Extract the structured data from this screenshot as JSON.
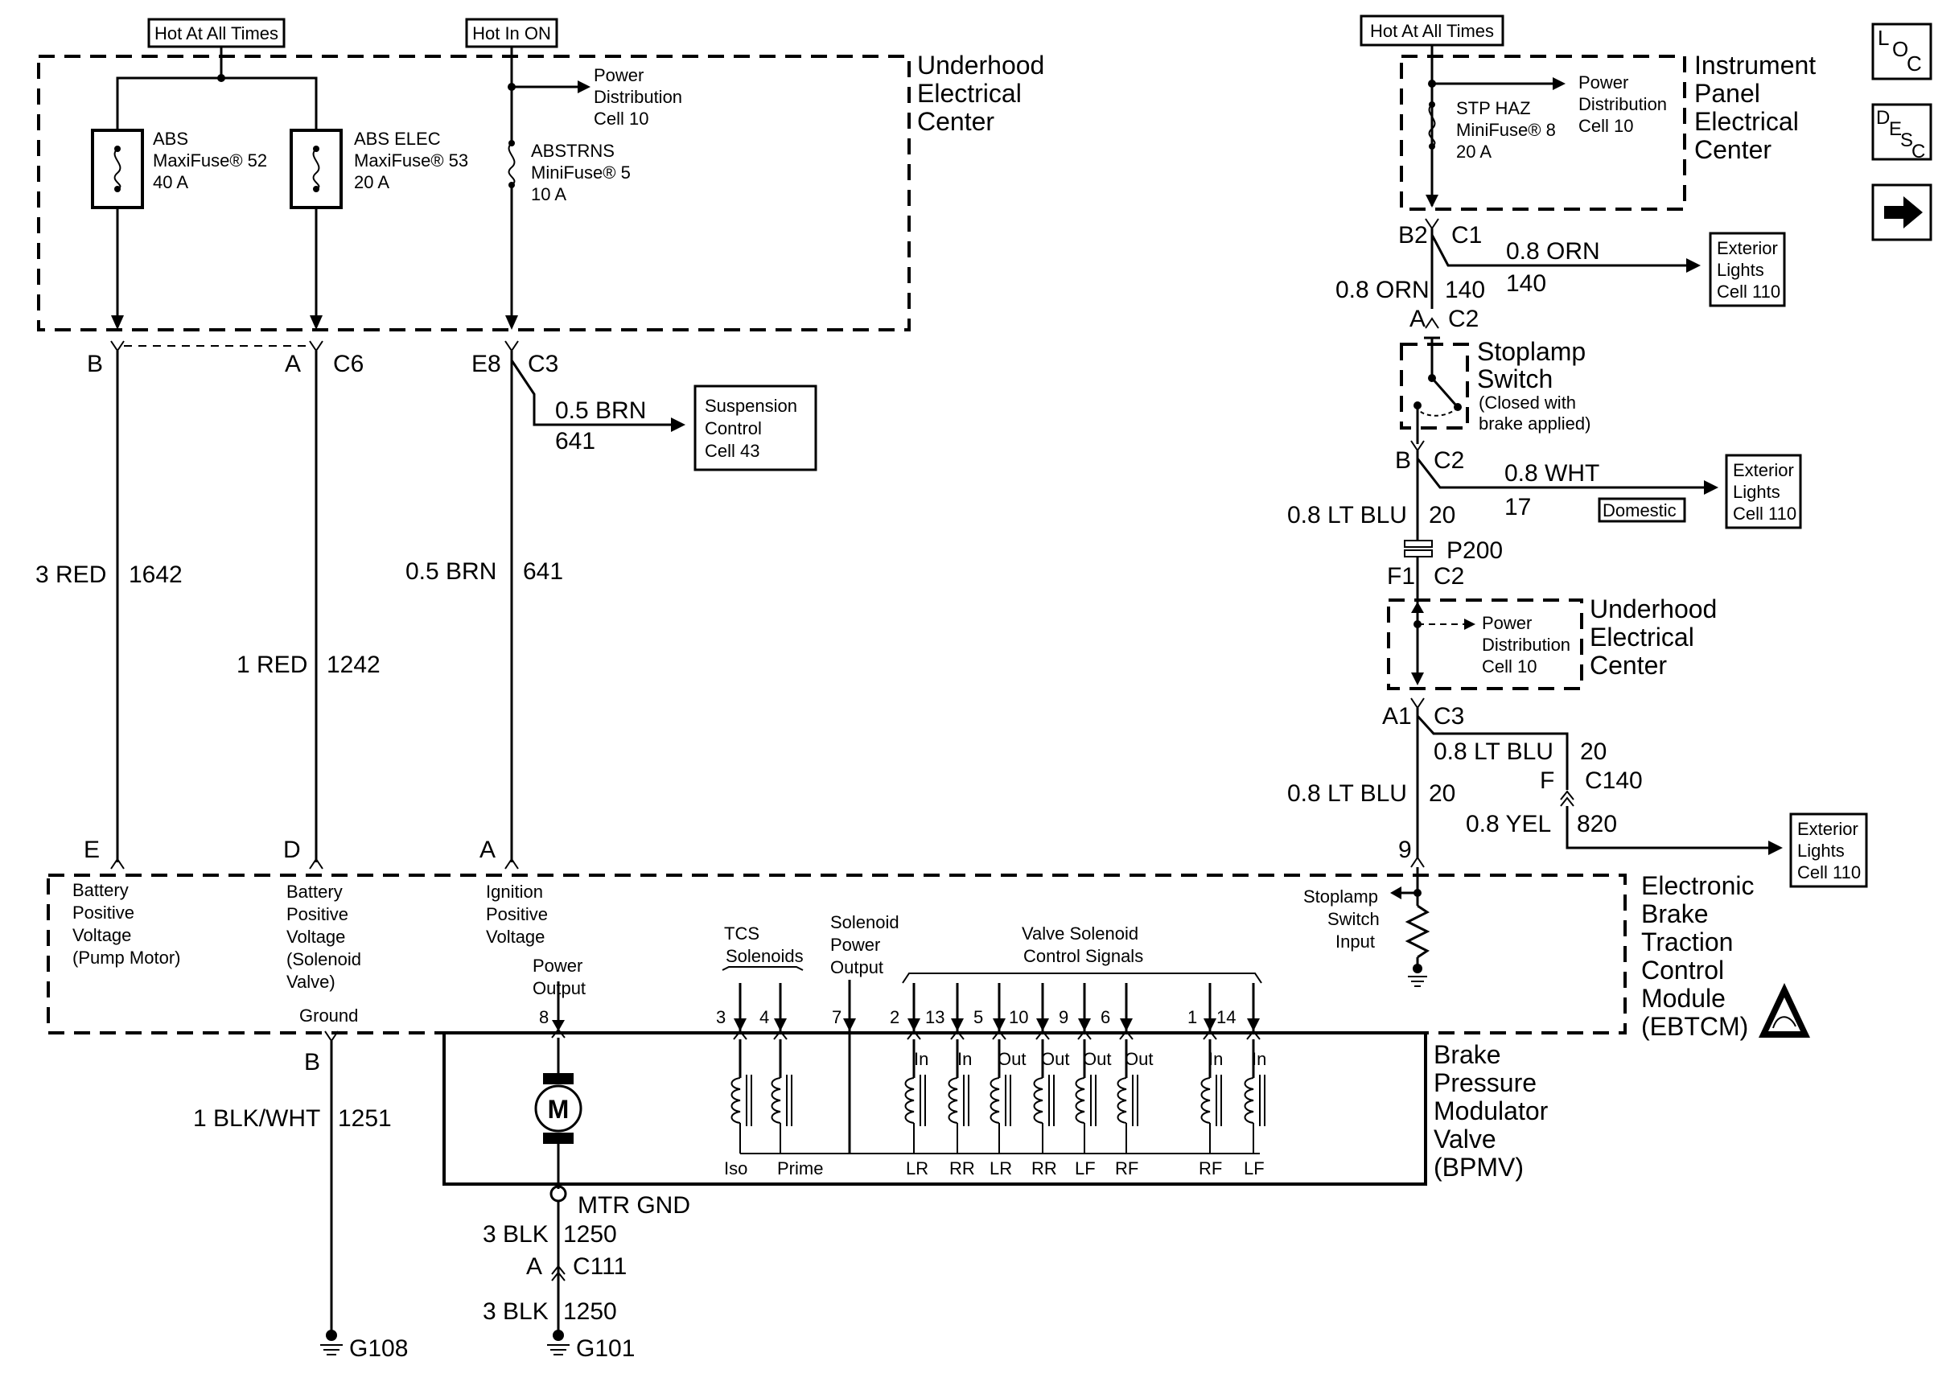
{
  "hot_labels": {
    "left_always": "Hot At All Times",
    "left_on": "Hot In ON",
    "right_always": "Hot At All Times"
  },
  "underhood_center": {
    "title": [
      "Underhood",
      "Electrical",
      "Center"
    ]
  },
  "ip_center": {
    "title": [
      "Instrument",
      "Panel",
      "Electrical",
      "Center"
    ]
  },
  "underhood_center_2": {
    "title": [
      "Underhood",
      "Electrical",
      "Center"
    ]
  },
  "fuses": {
    "abs": [
      "ABS",
      "MaxiFuse® 52",
      "40 A"
    ],
    "abs_elec": [
      "ABS ELEC",
      "MaxiFuse® 53",
      "20 A"
    ],
    "abstrns": [
      "ABSTRNS",
      "MiniFuse® 5",
      "10 A"
    ],
    "stp_haz": [
      "STP HAZ",
      "MiniFuse® 8",
      "20 A"
    ]
  },
  "power_dist": {
    "left": [
      "Power",
      "Distribution",
      "Cell 10"
    ],
    "ip": [
      "Power",
      "Distribution",
      "Cell 10"
    ],
    "uh2": [
      "Power",
      "Distribution",
      "Cell 10"
    ]
  },
  "connectors": {
    "b": "B",
    "a_c6_a": "A",
    "c6": "C6",
    "e8": "E8",
    "c3": "C3",
    "b2": "B2",
    "c1": "C1",
    "a_c2": "A",
    "c2": "C2",
    "b_c2": "B",
    "c2b": "C2",
    "p200": "P200",
    "f1": "F1",
    "c2c": "C2",
    "a1": "A1",
    "c3b": "C3",
    "f": "F",
    "c140": "C140",
    "pin9": "9",
    "e": "E",
    "d": "D",
    "a": "A",
    "gnd_b": "B",
    "c111_a": "A",
    "c111": "C111"
  },
  "wires": {
    "brn_branch": [
      "0.5 BRN",
      "641"
    ],
    "red3": [
      "3 RED",
      "1642"
    ],
    "red1": [
      "1 RED",
      "1242"
    ],
    "brn_main": [
      "0.5 BRN",
      "641"
    ],
    "orn_right": [
      "0.8 ORN",
      "140"
    ],
    "orn_left": [
      "0.8 ORN",
      "140"
    ],
    "wht": [
      "0.8 WHT",
      "17"
    ],
    "ltblu_top": [
      "0.8 LT BLU",
      "20"
    ],
    "ltblu_mid": [
      "0.8 LT BLU",
      "20"
    ],
    "ltblu_bot": [
      "0.8 LT BLU",
      "20"
    ],
    "yel": [
      "0.8 YEL",
      "820"
    ],
    "blkwht": [
      "1 BLK/WHT",
      "1251"
    ],
    "blk_top": [
      "3 BLK",
      "1250"
    ],
    "blk_bot": [
      "3 BLK",
      "1250"
    ]
  },
  "destinations": {
    "suspension": [
      "Suspension",
      "Control",
      "Cell 43"
    ],
    "ext1": [
      "Exterior",
      "Lights",
      "Cell 110"
    ],
    "ext2": [
      "Exterior",
      "Lights",
      "Cell 110"
    ],
    "ext3": [
      "Exterior",
      "Lights",
      "Cell 110"
    ]
  },
  "domestic": "Domestic",
  "stoplamp_switch": {
    "title": [
      "Stoplamp",
      "Switch"
    ],
    "note": [
      "(Closed with",
      "brake applied)"
    ]
  },
  "ebtcm": {
    "title": [
      "Electronic",
      "Brake",
      "Traction",
      "Control",
      "Module",
      "(EBTCM)"
    ],
    "inputs": {
      "batt_pump": [
        "Battery",
        "Positive",
        "Voltage",
        "(Pump Motor)"
      ],
      "batt_sol": [
        "Battery",
        "Positive",
        "Voltage",
        "(Solenoid",
        "Valve)"
      ],
      "ign": [
        "Ignition",
        "Positive",
        "Voltage"
      ],
      "stoplamp_in": [
        "Stoplamp",
        "Switch",
        "Input"
      ]
    },
    "ground": "Ground",
    "power_output": [
      "Power",
      "Output"
    ],
    "tcs": [
      "TCS",
      "Solenoids"
    ],
    "sol_power": [
      "Solenoid",
      "Power",
      "Output"
    ],
    "valve_sig": [
      "Valve Solenoid",
      "Control Signals"
    ]
  },
  "pins": [
    "8",
    "3",
    "4",
    "7",
    "2",
    "13",
    "5",
    "10",
    "9",
    "6",
    "1",
    "14"
  ],
  "bpmv": {
    "title": [
      "Brake",
      "Pressure",
      "Modulator",
      "Valve",
      "(BPMV)"
    ],
    "motor": "M",
    "valve_tags": [
      "In",
      "In",
      "Out",
      "Out",
      "Out",
      "Out",
      "In",
      "In"
    ],
    "bottom_labels": [
      "Iso",
      "Prime",
      "LR",
      "RR",
      "LR",
      "RR",
      "LF",
      "RF",
      "RF",
      "LF"
    ]
  },
  "mtr_gnd": "MTR GND",
  "grounds": {
    "g108": "G108",
    "g101": "G101"
  },
  "nav": {
    "loc": [
      "L",
      "O",
      "C"
    ],
    "desc": [
      "D",
      "E",
      "S",
      "C"
    ],
    "next": "arrow-right-icon"
  }
}
